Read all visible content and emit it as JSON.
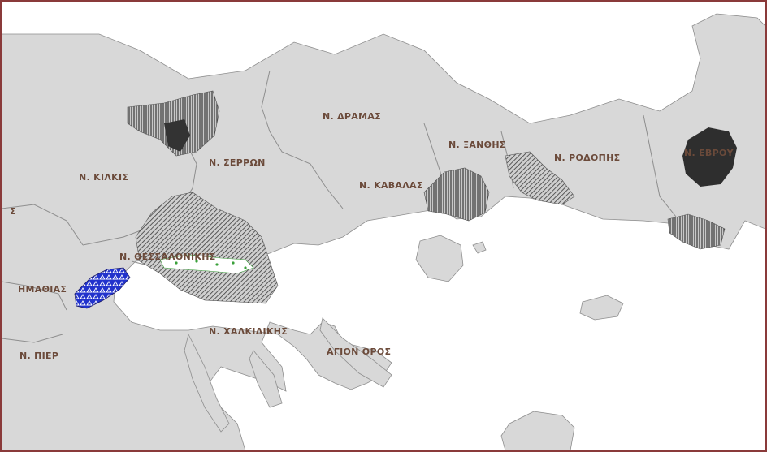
{
  "map": {
    "labels": {
      "drama": "Ν. ΔΡΑΜΑΣ",
      "xanthi": "Ν. ΞΑΝΘΗΣ",
      "rodopi": "Ν. ΡΟΔΟΠΗΣ",
      "evros": "Ν. ΕΒΡΟΥ",
      "kilkis": "Ν. ΚΙΛΚΙΣ",
      "serres": "Ν. ΣΕΡΡΩΝ",
      "kavala": "Ν. ΚΑΒΑΛΑΣ",
      "thessaloniki": "Ν. ΘΕΣΣΑΛΟΝΙΚΗΣ",
      "imathia": "ΗΜΑΘΙΑΣ",
      "pieria": "Ν. ΠΙΕΡ",
      "chalkidiki": "Ν. ΧΑΛΚΙΔΙΚΗΣ",
      "agion_oros": "ΑΓΙΟΝ ΟΡΟΣ",
      "edge_left": "Σ"
    },
    "colors": {
      "land": "#d8d8d8",
      "border": "#8e8e8e",
      "sea": "#ffffff",
      "hatch": "#3a3a3a",
      "dark_fill": "#2e2e2e",
      "blue_zone": "#2233cc",
      "green_dots": "#3aa03a",
      "frame": "#8a3a3a",
      "label": "#6b4a3a"
    }
  }
}
